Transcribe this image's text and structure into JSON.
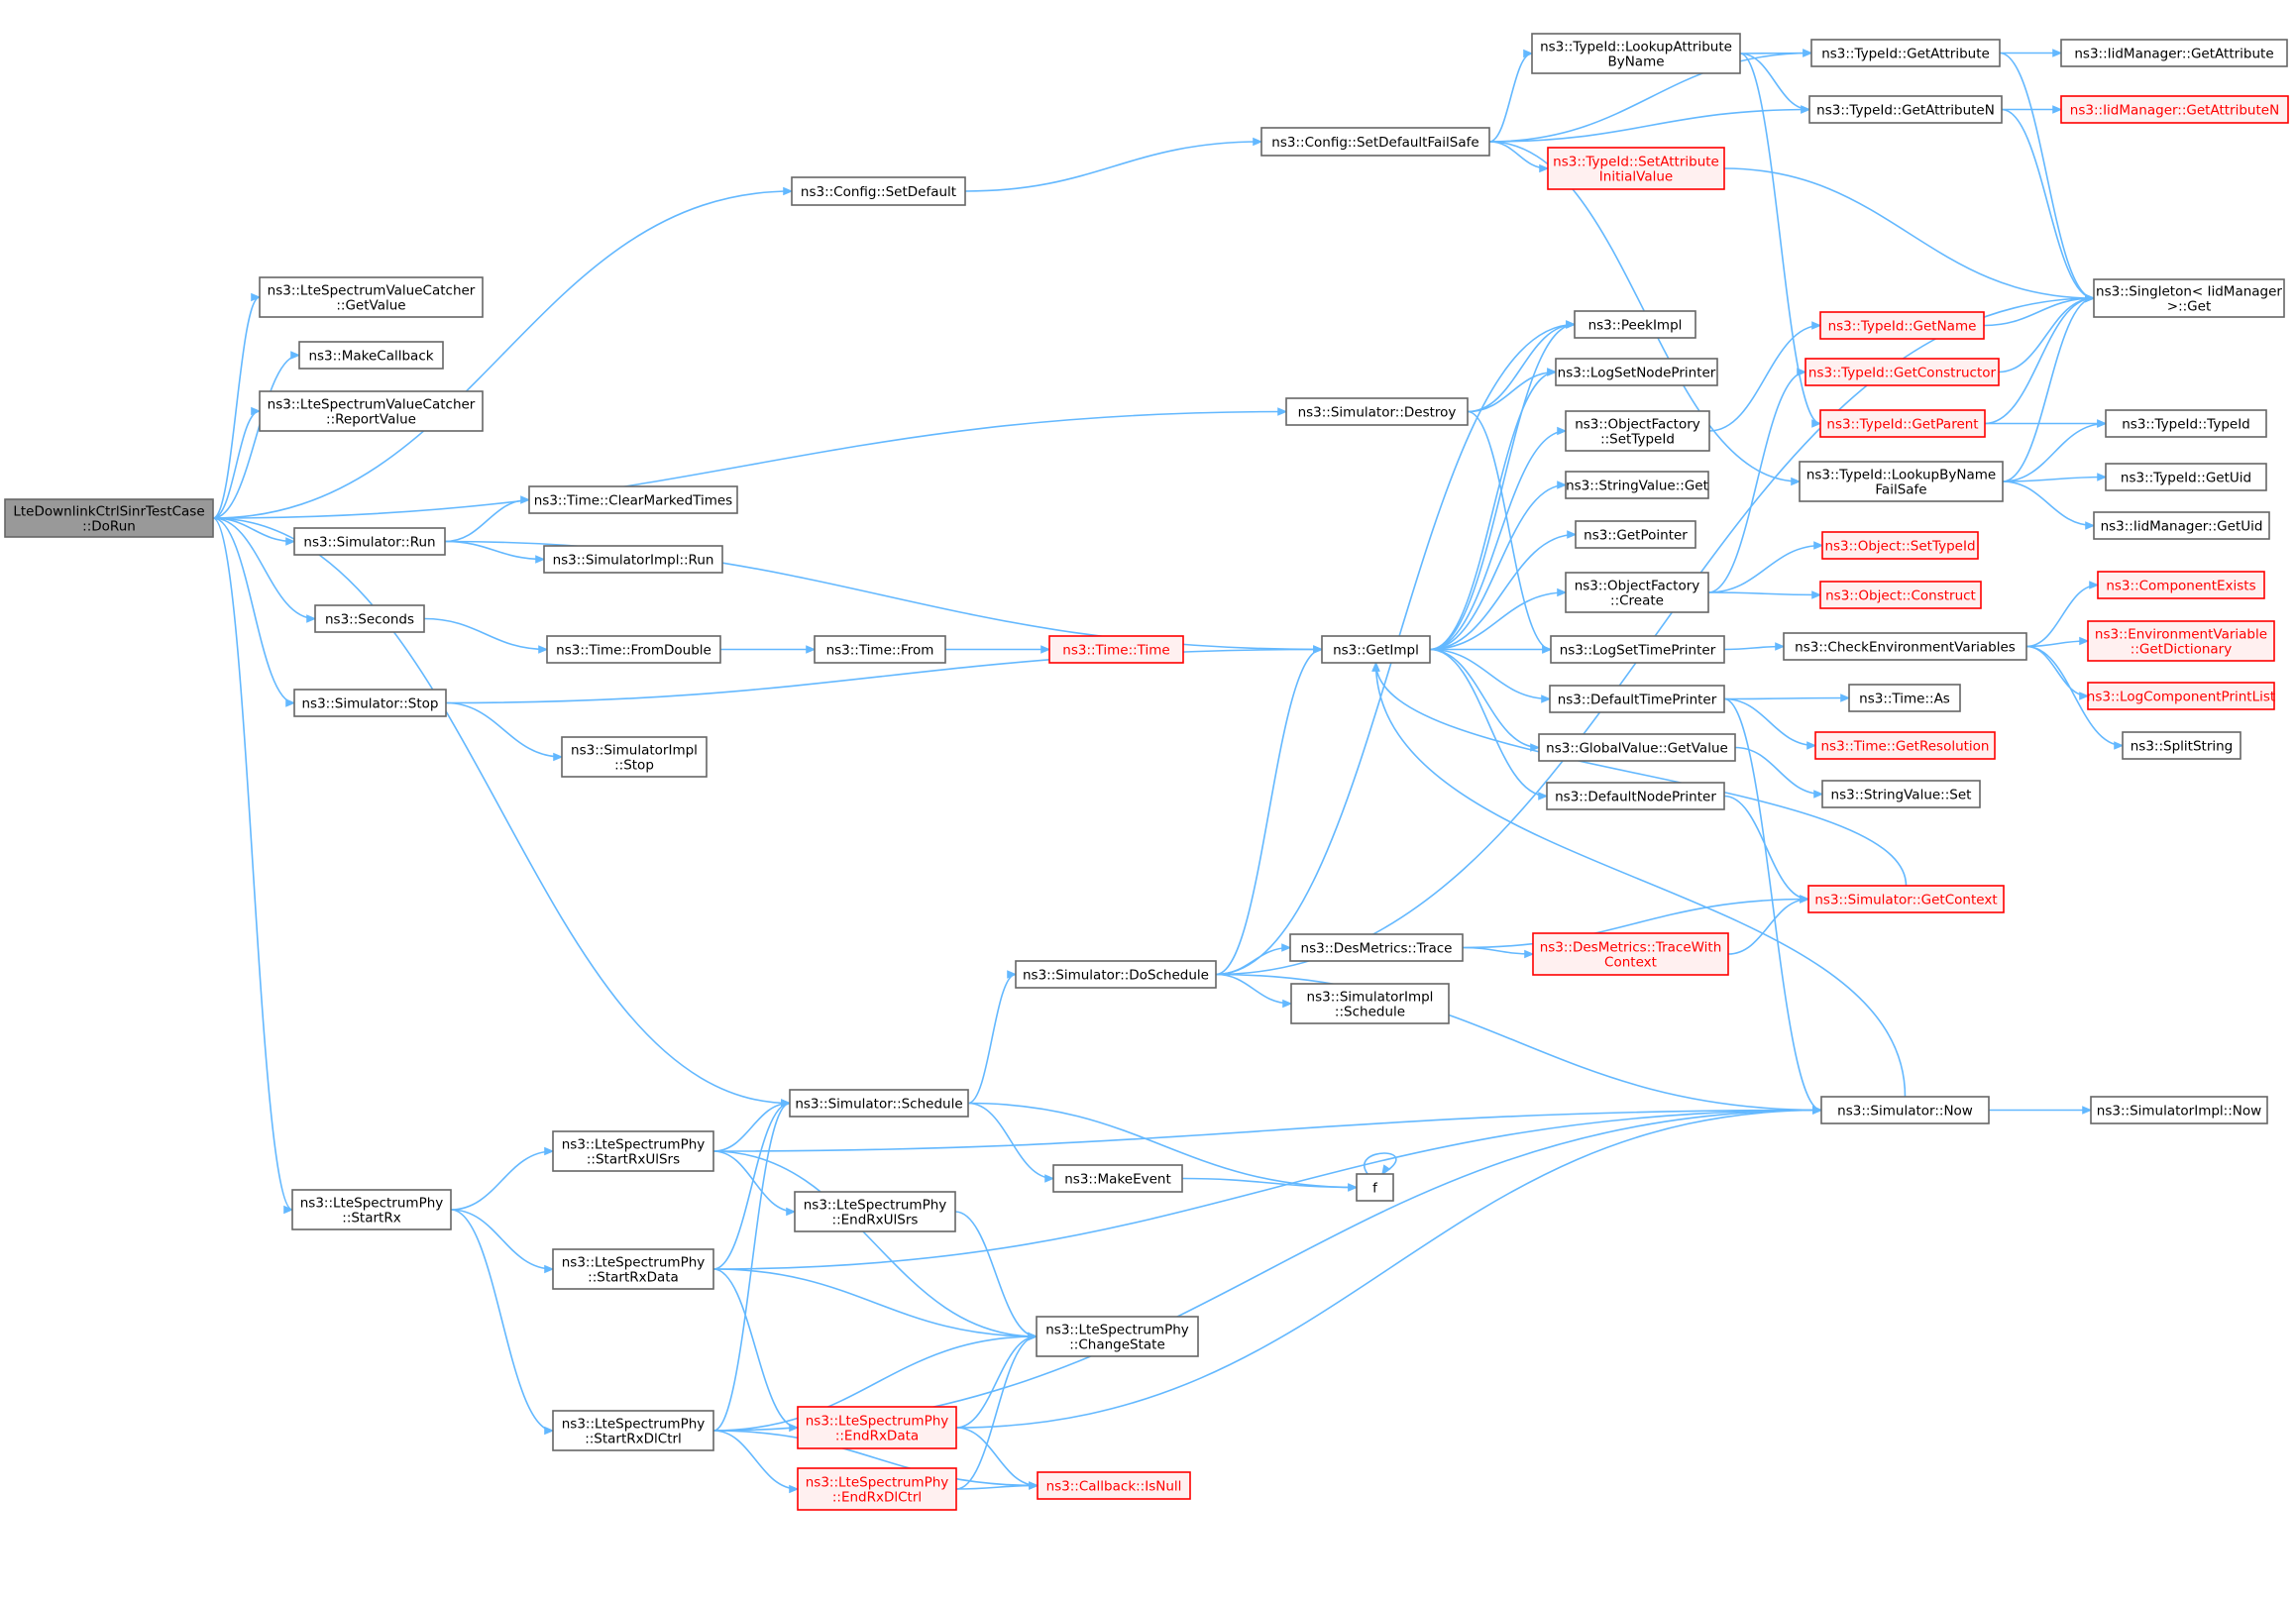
{
  "colors": {
    "edge": "#63b8ff",
    "node_border": "#666666",
    "node_fill": "#ffffff",
    "root_fill": "#999999",
    "root_border": "#666666",
    "external_border": "#ff0000",
    "external_fill": "#fff0f0",
    "text": "#000000",
    "external_text": "#ff0000"
  },
  "nodes": [
    {
      "id": "root",
      "lines": [
        "LteDownlinkCtrlSinrTestCase",
        "::DoRun"
      ],
      "kind": "root"
    },
    {
      "id": "cfg_setdefault",
      "lines": [
        "ns3::Config::SetDefault"
      ],
      "kind": "normal"
    },
    {
      "id": "cfg_setdefaultfs",
      "lines": [
        "ns3::Config::SetDefaultFailSafe"
      ],
      "kind": "normal"
    },
    {
      "id": "tid_lookupattr",
      "lines": [
        "ns3::TypeId::LookupAttribute",
        "ByName"
      ],
      "kind": "normal"
    },
    {
      "id": "tid_getattr",
      "lines": [
        "ns3::TypeId::GetAttribute"
      ],
      "kind": "normal"
    },
    {
      "id": "iid_getattr",
      "lines": [
        "ns3::IidManager::GetAttribute"
      ],
      "kind": "normal"
    },
    {
      "id": "tid_getattrn",
      "lines": [
        "ns3::TypeId::GetAttributeN"
      ],
      "kind": "normal"
    },
    {
      "id": "iid_getattrn",
      "lines": [
        "ns3::IidManager::GetAttributeN"
      ],
      "kind": "external"
    },
    {
      "id": "tid_setattrinit",
      "lines": [
        "ns3::TypeId::SetAttribute",
        "InitialValue"
      ],
      "kind": "external"
    },
    {
      "id": "singleton_get",
      "lines": [
        "ns3::Singleton< IidManager",
        "&gt;::Get"
      ],
      "kind": "normal"
    },
    {
      "id": "lsvc_getvalue",
      "lines": [
        "ns3::LteSpectrumValueCatcher",
        "::GetValue"
      ],
      "kind": "normal"
    },
    {
      "id": "makecallback",
      "lines": [
        "ns3::MakeCallback"
      ],
      "kind": "normal"
    },
    {
      "id": "lsvc_report",
      "lines": [
        "ns3::LteSpectrumValueCatcher",
        "::ReportValue"
      ],
      "kind": "normal"
    },
    {
      "id": "sim_destroy",
      "lines": [
        "ns3::Simulator::Destroy"
      ],
      "kind": "normal"
    },
    {
      "id": "peekimpl",
      "lines": [
        "ns3::PeekImpl"
      ],
      "kind": "normal"
    },
    {
      "id": "logsetnodeprinter",
      "lines": [
        "ns3::LogSetNodePrinter"
      ],
      "kind": "normal"
    },
    {
      "id": "tid_getname",
      "lines": [
        "ns3::TypeId::GetName"
      ],
      "kind": "external"
    },
    {
      "id": "tid_getconstructor",
      "lines": [
        "ns3::TypeId::GetConstructor"
      ],
      "kind": "external"
    },
    {
      "id": "objf_settypeid",
      "lines": [
        "ns3::ObjectFactory",
        "::SetTypeId"
      ],
      "kind": "normal"
    },
    {
      "id": "tid_getparent",
      "lines": [
        "ns3::TypeId::GetParent"
      ],
      "kind": "external"
    },
    {
      "id": "tid_typeid",
      "lines": [
        "ns3::TypeId::TypeId"
      ],
      "kind": "normal"
    },
    {
      "id": "tid_lookupbyname",
      "lines": [
        "ns3::TypeId::LookupByName",
        "FailSafe"
      ],
      "kind": "normal"
    },
    {
      "id": "tid_getuid",
      "lines": [
        "ns3::TypeId::GetUid"
      ],
      "kind": "normal"
    },
    {
      "id": "strval_get",
      "lines": [
        "ns3::StringValue::Get"
      ],
      "kind": "normal"
    },
    {
      "id": "iid_getuid",
      "lines": [
        "ns3::IidManager::GetUid"
      ],
      "kind": "normal"
    },
    {
      "id": "time_clearmarked",
      "lines": [
        "ns3::Time::ClearMarkedTimes"
      ],
      "kind": "normal"
    },
    {
      "id": "sim_run",
      "lines": [
        "ns3::Simulator::Run"
      ],
      "kind": "normal"
    },
    {
      "id": "simimpl_run",
      "lines": [
        "ns3::SimulatorImpl::Run"
      ],
      "kind": "normal"
    },
    {
      "id": "getpointer",
      "lines": [
        "ns3::GetPointer"
      ],
      "kind": "normal"
    },
    {
      "id": "obj_settypeid",
      "lines": [
        "ns3::Object::SetTypeId"
      ],
      "kind": "external"
    },
    {
      "id": "objf_create",
      "lines": [
        "ns3::ObjectFactory",
        "::Create"
      ],
      "kind": "normal"
    },
    {
      "id": "obj_construct",
      "lines": [
        "ns3::Object::Construct"
      ],
      "kind": "external"
    },
    {
      "id": "componentexists",
      "lines": [
        "ns3::ComponentExists"
      ],
      "kind": "external"
    },
    {
      "id": "seconds",
      "lines": [
        "ns3::Seconds"
      ],
      "kind": "normal"
    },
    {
      "id": "time_fromdouble",
      "lines": [
        "ns3::Time::FromDouble"
      ],
      "kind": "normal"
    },
    {
      "id": "time_from",
      "lines": [
        "ns3::Time::From"
      ],
      "kind": "normal"
    },
    {
      "id": "time_time",
      "lines": [
        "ns3::Time::Time"
      ],
      "kind": "external"
    },
    {
      "id": "getimpl",
      "lines": [
        "ns3::GetImpl"
      ],
      "kind": "normal"
    },
    {
      "id": "logsettimeprinter",
      "lines": [
        "ns3::LogSetTimePrinter"
      ],
      "kind": "normal"
    },
    {
      "id": "checkenvvars",
      "lines": [
        "ns3::CheckEnvironmentVariables"
      ],
      "kind": "normal"
    },
    {
      "id": "envvar_getdict",
      "lines": [
        "ns3::EnvironmentVariable",
        "::GetDictionary"
      ],
      "kind": "external"
    },
    {
      "id": "sim_stop",
      "lines": [
        "ns3::Simulator::Stop"
      ],
      "kind": "normal"
    },
    {
      "id": "defaulttimeprinter",
      "lines": [
        "ns3::DefaultTimePrinter"
      ],
      "kind": "normal"
    },
    {
      "id": "time_as",
      "lines": [
        "ns3::Time::As"
      ],
      "kind": "normal"
    },
    {
      "id": "logcomponentprintlist",
      "lines": [
        "ns3::LogComponentPrintList"
      ],
      "kind": "external"
    },
    {
      "id": "simimpl_stop",
      "lines": [
        "ns3::SimulatorImpl",
        "::Stop"
      ],
      "kind": "normal"
    },
    {
      "id": "time_getres",
      "lines": [
        "ns3::Time::GetResolution"
      ],
      "kind": "external"
    },
    {
      "id": "globalvalue_getvalue",
      "lines": [
        "ns3::GlobalValue::GetValue"
      ],
      "kind": "normal"
    },
    {
      "id": "splitstring",
      "lines": [
        "ns3::SplitString"
      ],
      "kind": "normal"
    },
    {
      "id": "strval_set",
      "lines": [
        "ns3::StringValue::Set"
      ],
      "kind": "normal"
    },
    {
      "id": "defaultnodeprinter",
      "lines": [
        "ns3::DefaultNodePrinter"
      ],
      "kind": "normal"
    },
    {
      "id": "sim_getcontext",
      "lines": [
        "ns3::Simulator::GetContext"
      ],
      "kind": "external"
    },
    {
      "id": "desmetrics_trace",
      "lines": [
        "ns3::DesMetrics::Trace"
      ],
      "kind": "normal"
    },
    {
      "id": "desmetrics_tracewith",
      "lines": [
        "ns3::DesMetrics::TraceWith",
        "Context"
      ],
      "kind": "external"
    },
    {
      "id": "sim_doschedule",
      "lines": [
        "ns3::Simulator::DoSchedule"
      ],
      "kind": "normal"
    },
    {
      "id": "simimpl_schedule",
      "lines": [
        "ns3::SimulatorImpl",
        "::Schedule"
      ],
      "kind": "normal"
    },
    {
      "id": "sim_schedule",
      "lines": [
        "ns3::Simulator::Schedule"
      ],
      "kind": "normal"
    },
    {
      "id": "sim_now",
      "lines": [
        "ns3::Simulator::Now"
      ],
      "kind": "normal"
    },
    {
      "id": "simimpl_now",
      "lines": [
        "ns3::SimulatorImpl::Now"
      ],
      "kind": "normal"
    },
    {
      "id": "lsp_startrxulsrs",
      "lines": [
        "ns3::LteSpectrumPhy",
        "::StartRxUlSrs"
      ],
      "kind": "normal"
    },
    {
      "id": "makeevent",
      "lines": [
        "ns3::MakeEvent"
      ],
      "kind": "normal"
    },
    {
      "id": "f",
      "lines": [
        "f"
      ],
      "kind": "normal"
    },
    {
      "id": "lsp_startrx",
      "lines": [
        "ns3::LteSpectrumPhy",
        "::StartRx"
      ],
      "kind": "normal"
    },
    {
      "id": "lsp_endrxulsrs",
      "lines": [
        "ns3::LteSpectrumPhy",
        "::EndRxUlSrs"
      ],
      "kind": "normal"
    },
    {
      "id": "lsp_startrxdata",
      "lines": [
        "ns3::LteSpectrumPhy",
        "::StartRxData"
      ],
      "kind": "normal"
    },
    {
      "id": "lsp_changestate",
      "lines": [
        "ns3::LteSpectrumPhy",
        "::ChangeState"
      ],
      "kind": "normal"
    },
    {
      "id": "lsp_endrxdata",
      "lines": [
        "ns3::LteSpectrumPhy",
        "::EndRxData"
      ],
      "kind": "external"
    },
    {
      "id": "lsp_startrxdlctrl",
      "lines": [
        "ns3::LteSpectrumPhy",
        "::StartRxDlCtrl"
      ],
      "kind": "normal"
    },
    {
      "id": "lsp_endrxdlctrl",
      "lines": [
        "ns3::LteSpectrumPhy",
        "::EndRxDlCtrl"
      ],
      "kind": "external"
    },
    {
      "id": "callback_isnull",
      "lines": [
        "ns3::Callback::IsNull"
      ],
      "kind": "external"
    }
  ],
  "edges": [
    [
      "root",
      "cfg_setdefault"
    ],
    [
      "root",
      "lsvc_getvalue"
    ],
    [
      "root",
      "makecallback"
    ],
    [
      "root",
      "lsvc_report"
    ],
    [
      "root",
      "sim_destroy"
    ],
    [
      "root",
      "sim_run"
    ],
    [
      "root",
      "seconds"
    ],
    [
      "root",
      "sim_stop"
    ],
    [
      "root",
      "sim_schedule"
    ],
    [
      "root",
      "lsp_startrx"
    ],
    [
      "cfg_setdefault",
      "cfg_setdefaultfs"
    ],
    [
      "cfg_setdefaultfs",
      "tid_lookupattr"
    ],
    [
      "cfg_setdefaultfs",
      "tid_getattr"
    ],
    [
      "cfg_setdefaultfs",
      "tid_getattrn"
    ],
    [
      "cfg_setdefaultfs",
      "tid_setattrinit"
    ],
    [
      "cfg_setdefaultfs",
      "tid_lookupbyname"
    ],
    [
      "tid_lookupattr",
      "tid_getattr"
    ],
    [
      "tid_lookupattr",
      "tid_getattrn"
    ],
    [
      "tid_lookupattr",
      "tid_getparent"
    ],
    [
      "tid_getattr",
      "iid_getattr"
    ],
    [
      "tid_getattr",
      "singleton_get"
    ],
    [
      "tid_getattrn",
      "iid_getattrn"
    ],
    [
      "tid_getattrn",
      "singleton_get"
    ],
    [
      "tid_setattrinit",
      "singleton_get"
    ],
    [
      "tid_getname",
      "singleton_get"
    ],
    [
      "tid_getconstructor",
      "singleton_get"
    ],
    [
      "tid_getparent",
      "singleton_get"
    ],
    [
      "tid_getparent",
      "tid_typeid"
    ],
    [
      "tid_lookupbyname",
      "singleton_get"
    ],
    [
      "tid_lookupbyname",
      "tid_typeid"
    ],
    [
      "tid_lookupbyname",
      "tid_getuid"
    ],
    [
      "tid_lookupbyname",
      "iid_getuid"
    ],
    [
      "objf_settypeid",
      "tid_getname"
    ],
    [
      "objf_create",
      "tid_getconstructor"
    ],
    [
      "objf_create",
      "obj_settypeid"
    ],
    [
      "objf_create",
      "obj_construct"
    ],
    [
      "sim_destroy",
      "peekimpl"
    ],
    [
      "sim_destroy",
      "logsetnodeprinter"
    ],
    [
      "sim_destroy",
      "logsettimeprinter"
    ],
    [
      "sim_run",
      "time_clearmarked"
    ],
    [
      "sim_run",
      "simimpl_run"
    ],
    [
      "sim_run",
      "getimpl"
    ],
    [
      "seconds",
      "time_fromdouble"
    ],
    [
      "time_fromdouble",
      "time_from"
    ],
    [
      "time_from",
      "time_time"
    ],
    [
      "sim_stop",
      "getimpl"
    ],
    [
      "sim_stop",
      "simimpl_stop"
    ],
    [
      "getimpl",
      "peekimpl"
    ],
    [
      "getimpl",
      "logsetnodeprinter"
    ],
    [
      "getimpl",
      "objf_settypeid"
    ],
    [
      "getimpl",
      "strval_get"
    ],
    [
      "getimpl",
      "getpointer"
    ],
    [
      "getimpl",
      "objf_create"
    ],
    [
      "getimpl",
      "logsettimeprinter"
    ],
    [
      "getimpl",
      "defaulttimeprinter"
    ],
    [
      "getimpl",
      "globalvalue_getvalue"
    ],
    [
      "getimpl",
      "defaultnodeprinter"
    ],
    [
      "logsettimeprinter",
      "checkenvvars"
    ],
    [
      "checkenvvars",
      "componentexists"
    ],
    [
      "checkenvvars",
      "envvar_getdict"
    ],
    [
      "checkenvvars",
      "logcomponentprintlist"
    ],
    [
      "checkenvvars",
      "splitstring"
    ],
    [
      "defaulttimeprinter",
      "time_as"
    ],
    [
      "defaulttimeprinter",
      "time_getres"
    ],
    [
      "defaulttimeprinter",
      "sim_now"
    ],
    [
      "globalvalue_getvalue",
      "strval_set"
    ],
    [
      "defaultnodeprinter",
      "sim_getcontext"
    ],
    [
      "sim_getcontext",
      "getimpl"
    ],
    [
      "sim_now",
      "getimpl"
    ],
    [
      "sim_doschedule",
      "peekimpl"
    ],
    [
      "sim_doschedule",
      "getimpl"
    ],
    [
      "sim_doschedule",
      "desmetrics_trace"
    ],
    [
      "sim_doschedule",
      "simimpl_schedule"
    ],
    [
      "sim_doschedule",
      "sim_now"
    ],
    [
      "sim_doschedule",
      "singleton_get"
    ],
    [
      "desmetrics_trace",
      "desmetrics_tracewith"
    ],
    [
      "desmetrics_trace",
      "sim_getcontext"
    ],
    [
      "desmetrics_tracewith",
      "sim_getcontext"
    ],
    [
      "sim_schedule",
      "sim_doschedule"
    ],
    [
      "sim_schedule",
      "makeevent"
    ],
    [
      "sim_schedule",
      "f"
    ],
    [
      "makeevent",
      "f"
    ],
    [
      "f",
      "f"
    ],
    [
      "sim_now",
      "simimpl_now"
    ],
    [
      "lsp_startrx",
      "lsp_startrxulsrs"
    ],
    [
      "lsp_startrx",
      "lsp_startrxdata"
    ],
    [
      "lsp_startrx",
      "lsp_startrxdlctrl"
    ],
    [
      "lsp_startrxulsrs",
      "sim_schedule"
    ],
    [
      "lsp_startrxulsrs",
      "sim_now"
    ],
    [
      "lsp_startrxulsrs",
      "lsp_endrxulsrs"
    ],
    [
      "lsp_startrxulsrs",
      "lsp_changestate"
    ],
    [
      "lsp_endrxulsrs",
      "lsp_changestate"
    ],
    [
      "lsp_startrxdata",
      "sim_schedule"
    ],
    [
      "lsp_startrxdata",
      "sim_now"
    ],
    [
      "lsp_startrxdata",
      "lsp_changestate"
    ],
    [
      "lsp_startrxdata",
      "lsp_endrxdata"
    ],
    [
      "lsp_endrxdata",
      "lsp_changestate"
    ],
    [
      "lsp_endrxdata",
      "sim_now"
    ],
    [
      "lsp_endrxdata",
      "callback_isnull"
    ],
    [
      "lsp_startrxdlctrl",
      "sim_schedule"
    ],
    [
      "lsp_startrxdlctrl",
      "lsp_changestate"
    ],
    [
      "lsp_startrxdlctrl",
      "lsp_endrxdlctrl"
    ],
    [
      "lsp_startrxdlctrl",
      "callback_isnull"
    ],
    [
      "lsp_startrxdlctrl",
      "sim_now"
    ],
    [
      "lsp_endrxdlctrl",
      "lsp_changestate"
    ],
    [
      "lsp_endrxdlctrl",
      "callback_isnull"
    ]
  ]
}
